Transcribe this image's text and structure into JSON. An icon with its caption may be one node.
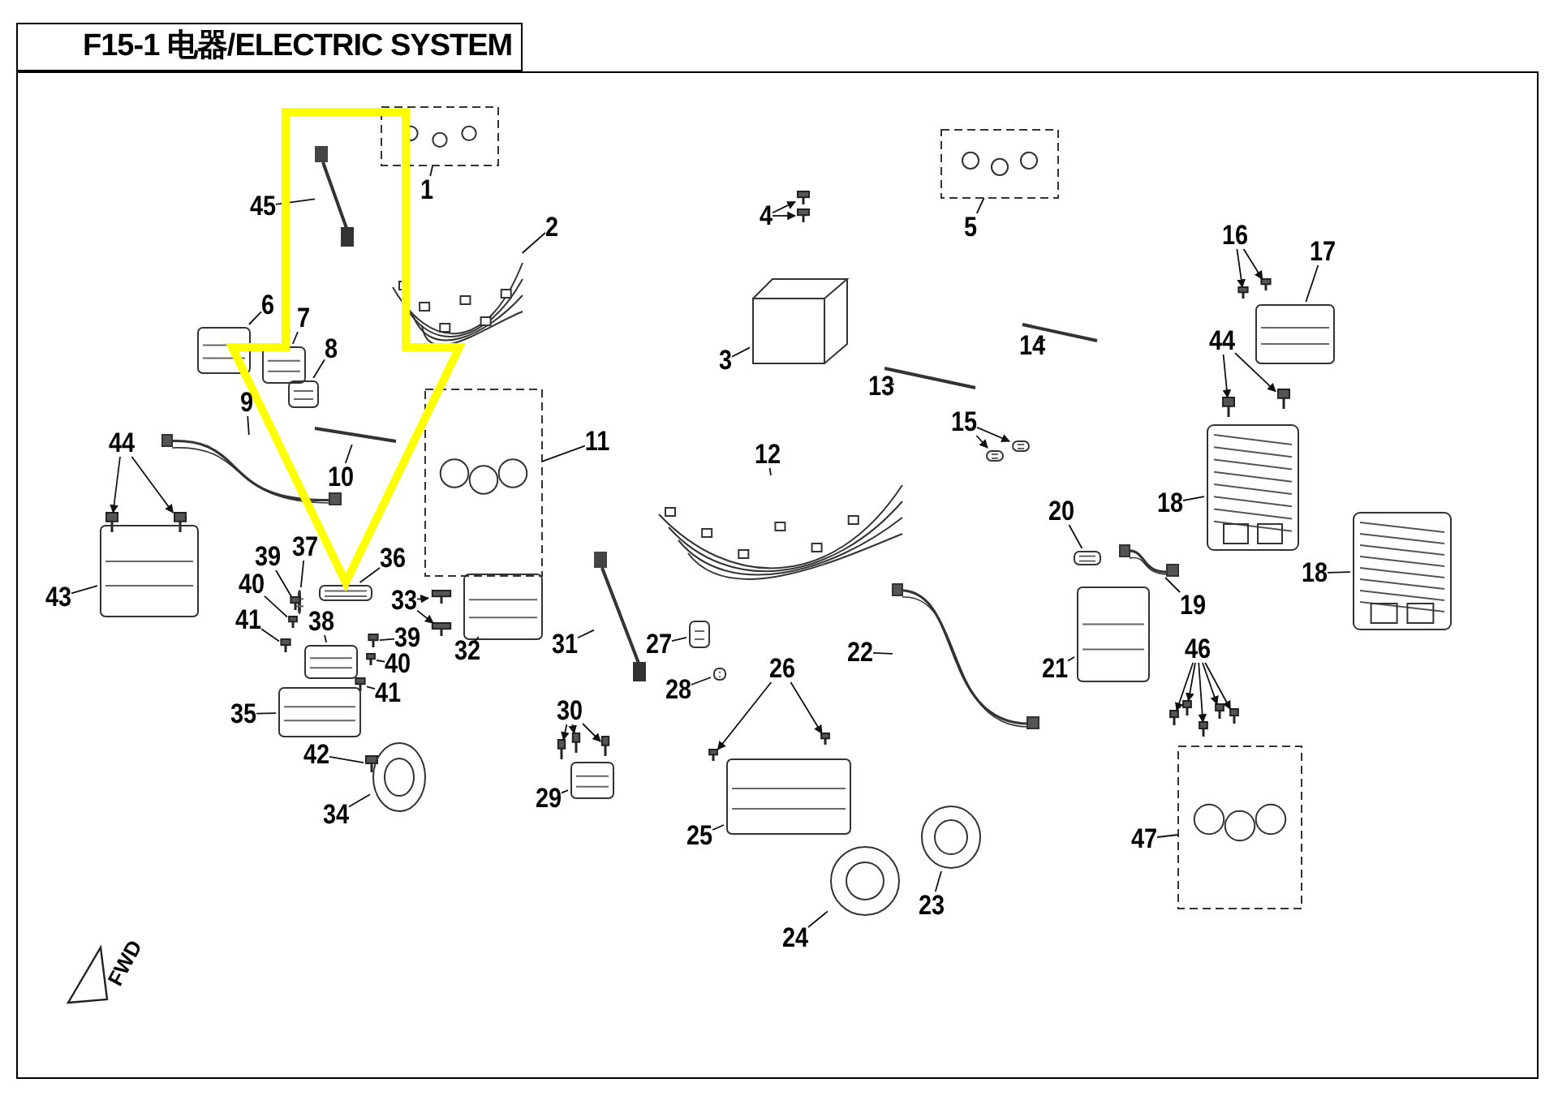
{
  "diagram": {
    "title": "F15-1 电器/ELECTRIC SYSTEM",
    "nodes": [
      {
        "text": [
          "45"
        ]
      },
      {
        "text": [],
        "shape": "picture"
      },
      {
        "text": [
          "1"
        ]
      },
      {
        "text": [],
        "shape": "box"
      },
      {
        "text": [
          "2"
        ]
      },
      {
        "text": [],
        "shape": "picture"
      },
      {
        "text": [
          "4"
        ]
      },
      {
        "text": [],
        "shape": "picture"
      },
      {
        "text": [],
        "shape": "picture"
      },
      {
        "text": [
          "5"
        ]
      },
      {
        "text": [],
        "shape": "box"
      },
      {
        "text": [
          "6"
        ]
      },
      {
        "text": [],
        "shape": "picture"
      },
      {
        "text": [
          "7"
        ]
      },
      {
        "text": [],
        "shape": "picture"
      },
      {
        "text": [
          "8"
        ]
      },
      {
        "text": [],
        "shape": "picture"
      },
      {
        "text": [
          "3"
        ]
      },
      {
        "text": [],
        "shape": "picture"
      },
      {
        "text": [
          "16"
        ]
      },
      {
        "text": [],
        "shape": "picture"
      },
      {
        "text": [],
        "shape": "picture"
      },
      {
        "text": [
          "17"
        ]
      },
      {
        "text": [],
        "shape": "picture"
      },
      {
        "text": [
          "14"
        ]
      },
      {
        "text": [],
        "shape": "picture"
      },
      {
        "text": [
          "13"
        ]
      },
      {
        "text": [],
        "shape": "picture"
      },
      {
        "text": [
          "44"
        ]
      },
      {
        "text": [],
        "shape": "picture"
      },
      {
        "text": [],
        "shape": "picture"
      },
      {
        "text": [
          "9"
        ]
      },
      {
        "text": [],
        "shape": "picture"
      },
      {
        "text": [
          "11"
        ]
      },
      {
        "text": [],
        "shape": "box"
      },
      {
        "text": [
          "10"
        ]
      },
      {
        "text": [],
        "shape": "picture"
      },
      {
        "text": [
          "15"
        ]
      },
      {
        "text": [],
        "shape": "picture"
      },
      {
        "text": [],
        "shape": "picture"
      },
      {
        "text": [
          "12"
        ]
      },
      {
        "text": [],
        "shape": "picture"
      },
      {
        "text": [
          "44"
        ]
      },
      {
        "text": [],
        "shape": "picture"
      },
      {
        "text": [],
        "shape": "picture"
      },
      {
        "text": [
          "18"
        ]
      },
      {
        "text": [],
        "shape": "picture"
      },
      {
        "text": [
          "20"
        ]
      },
      {
        "text": [],
        "shape": "picture"
      },
      {
        "text": [
          "43"
        ]
      },
      {
        "text": [],
        "shape": "picture"
      },
      {
        "text": [
          "18"
        ]
      },
      {
        "text": [],
        "shape": "picture"
      },
      {
        "text": [
          "37"
        ]
      },
      {
        "text": [],
        "shape": "picture"
      },
      {
        "text": [
          "36"
        ]
      },
      {
        "text": [],
        "shape": "picture"
      },
      {
        "text": [
          "39"
        ]
      },
      {
        "text": [],
        "shape": "picture"
      },
      {
        "text": [
          "33"
        ]
      },
      {
        "text": [],
        "shape": "picture"
      },
      {
        "text": [],
        "shape": "picture"
      },
      {
        "text": [
          "19"
        ]
      },
      {
        "text": [],
        "shape": "picture"
      },
      {
        "text": [
          "40"
        ]
      },
      {
        "text": [],
        "shape": "picture"
      },
      {
        "text": [
          "31"
        ]
      },
      {
        "text": [],
        "shape": "picture"
      },
      {
        "text": [
          "41"
        ]
      },
      {
        "text": [],
        "shape": "picture"
      },
      {
        "text": [
          "38"
        ]
      },
      {
        "text": [],
        "shape": "picture"
      },
      {
        "text": [
          "39"
        ]
      },
      {
        "text": [],
        "shape": "picture"
      },
      {
        "text": [
          "27"
        ]
      },
      {
        "text": [],
        "shape": "picture"
      },
      {
        "text": [
          "32"
        ]
      },
      {
        "text": [],
        "shape": "picture"
      },
      {
        "text": [
          "22"
        ]
      },
      {
        "text": [],
        "shape": "picture"
      },
      {
        "text": [
          "46"
        ]
      },
      {
        "text": [],
        "shape": "picture"
      },
      {
        "text": [],
        "shape": "picture"
      },
      {
        "text": [],
        "shape": "picture"
      },
      {
        "text": [],
        "shape": "picture"
      },
      {
        "text": [],
        "shape": "picture"
      },
      {
        "text": [
          "40"
        ]
      },
      {
        "text": [],
        "shape": "picture"
      },
      {
        "text": [
          "21"
        ]
      },
      {
        "text": [],
        "shape": "picture"
      },
      {
        "text": [
          "26"
        ]
      },
      {
        "text": [],
        "shape": "picture"
      },
      {
        "text": [],
        "shape": "picture"
      },
      {
        "text": [
          "28"
        ]
      },
      {
        "text": [],
        "shape": "picture"
      },
      {
        "text": [
          "41"
        ]
      },
      {
        "text": [],
        "shape": "picture"
      },
      {
        "text": [
          "35"
        ]
      },
      {
        "text": [],
        "shape": "picture"
      },
      {
        "text": [
          "30"
        ]
      },
      {
        "text": [],
        "shape": "picture"
      },
      {
        "text": [],
        "shape": "picture"
      },
      {
        "text": [],
        "shape": "picture"
      },
      {
        "text": [
          "42"
        ]
      },
      {
        "text": [],
        "shape": "picture"
      },
      {
        "text": [
          "29"
        ]
      },
      {
        "text": [],
        "shape": "picture"
      },
      {
        "text": [
          "34"
        ]
      },
      {
        "text": [],
        "shape": "picture"
      },
      {
        "text": [
          "25"
        ]
      },
      {
        "text": [],
        "shape": "picture"
      },
      {
        "text": [
          "47"
        ]
      },
      {
        "text": [],
        "shape": "box"
      },
      {
        "text": [
          "23"
        ]
      },
      {
        "text": [],
        "shape": "picture"
      },
      {
        "text": [
          "24"
        ]
      },
      {
        "text": [],
        "shape": "picture"
      }
    ],
    "edges": [
      {
        "from": 0,
        "to": 1,
        "arrow": "none"
      },
      {
        "from": 2,
        "to": 3,
        "arrow": "none"
      },
      {
        "from": 4,
        "to": 5,
        "arrow": "none"
      },
      {
        "from": 6,
        "to": 7,
        "arrow": "to"
      },
      {
        "from": 6,
        "to": 8,
        "arrow": "to"
      },
      {
        "from": 9,
        "to": 10,
        "arrow": "none"
      },
      {
        "from": 11,
        "to": 12,
        "arrow": "none"
      },
      {
        "from": 13,
        "to": 14,
        "arrow": "none"
      },
      {
        "from": 15,
        "to": 16,
        "arrow": "none"
      },
      {
        "from": 17,
        "to": 18,
        "arrow": "none"
      },
      {
        "from": 19,
        "to": 20,
        "arrow": "to"
      },
      {
        "from": 19,
        "to": 21,
        "arrow": "to"
      },
      {
        "from": 22,
        "to": 23,
        "arrow": "none"
      },
      {
        "from": 24,
        "to": 25,
        "arrow": "none"
      },
      {
        "from": 26,
        "to": 27,
        "arrow": "none"
      },
      {
        "from": 28,
        "to": 29,
        "arrow": "to"
      },
      {
        "from": 28,
        "to": 30,
        "arrow": "to"
      },
      {
        "from": 31,
        "to": 32,
        "arrow": "none"
      },
      {
        "from": 33,
        "to": 34,
        "arrow": "none"
      },
      {
        "from": 35,
        "to": 36,
        "arrow": "none"
      },
      {
        "from": 37,
        "to": 38,
        "arrow": "to"
      },
      {
        "from": 37,
        "to": 39,
        "arrow": "to"
      },
      {
        "from": 40,
        "to": 41,
        "arrow": "none"
      },
      {
        "from": 42,
        "to": 43,
        "arrow": "to"
      },
      {
        "from": 42,
        "to": 44,
        "arrow": "to"
      },
      {
        "from": 45,
        "to": 46,
        "arrow": "none"
      },
      {
        "from": 47,
        "to": 48,
        "arrow": "none"
      },
      {
        "from": 49,
        "to": 50,
        "arrow": "none"
      },
      {
        "from": 51,
        "to": 52,
        "arrow": "none"
      },
      {
        "from": 53,
        "to": 54,
        "arrow": "none"
      },
      {
        "from": 55,
        "to": 56,
        "arrow": "none"
      },
      {
        "from": 57,
        "to": 58,
        "arrow": "none"
      },
      {
        "from": 59,
        "to": 60,
        "arrow": "to"
      },
      {
        "from": 59,
        "to": 61,
        "arrow": "to"
      },
      {
        "from": 62,
        "to": 63,
        "arrow": "none"
      },
      {
        "from": 64,
        "to": 65,
        "arrow": "none"
      },
      {
        "from": 66,
        "to": 67,
        "arrow": "none"
      },
      {
        "from": 68,
        "to": 69,
        "arrow": "none"
      },
      {
        "from": 70,
        "to": 71,
        "arrow": "none"
      },
      {
        "from": 72,
        "to": 73,
        "arrow": "none"
      },
      {
        "from": 74,
        "to": 75,
        "arrow": "none"
      },
      {
        "from": 76,
        "to": 77,
        "arrow": "none"
      },
      {
        "from": 78,
        "to": 79,
        "arrow": "none"
      },
      {
        "from": 80,
        "to": 81,
        "arrow": "to"
      },
      {
        "from": 80,
        "to": 82,
        "arrow": "to"
      },
      {
        "from": 80,
        "to": 83,
        "arrow": "to"
      },
      {
        "from": 80,
        "to": 84,
        "arrow": "to"
      },
      {
        "from": 80,
        "to": 85,
        "arrow": "to"
      },
      {
        "from": 86,
        "to": 87,
        "arrow": "none"
      },
      {
        "from": 88,
        "to": 89,
        "arrow": "none"
      },
      {
        "from": 90,
        "to": 91,
        "arrow": "to"
      },
      {
        "from": 90,
        "to": 92,
        "arrow": "to"
      },
      {
        "from": 93,
        "to": 94,
        "arrow": "none"
      },
      {
        "from": 95,
        "to": 96,
        "arrow": "none"
      },
      {
        "from": 97,
        "to": 98,
        "arrow": "none"
      },
      {
        "from": 99,
        "to": 100,
        "arrow": "to"
      },
      {
        "from": 99,
        "to": 101,
        "arrow": "to"
      },
      {
        "from": 99,
        "to": 102,
        "arrow": "to"
      },
      {
        "from": 103,
        "to": 104,
        "arrow": "none"
      },
      {
        "from": 105,
        "to": 106,
        "arrow": "none"
      },
      {
        "from": 107,
        "to": 108,
        "arrow": "none"
      },
      {
        "from": 109,
        "to": 110,
        "arrow": "none"
      },
      {
        "from": 111,
        "to": 112,
        "arrow": "none"
      },
      {
        "from": 113,
        "to": 114,
        "arrow": "none"
      },
      {
        "from": 115,
        "to": 116,
        "arrow": "none"
      },
      {
        "from": null,
        "to": 56,
        "arrow": "to",
        "style": "thick",
        "color": "#ffff00"
      }
    ],
    "labels": [
      "FWD"
    ]
  }
}
